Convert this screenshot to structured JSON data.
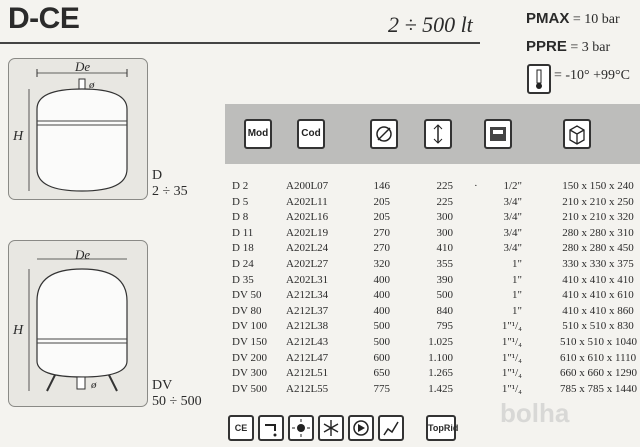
{
  "header": {
    "title": "D-CE",
    "range": "2 ÷ 500 lt"
  },
  "specs": {
    "pmax_label": "PMAX",
    "pmax_value": "= 10 bar",
    "ppre_label": "PPRE",
    "ppre_value": "= 3 bar",
    "temp_value": "= -10° +99°C"
  },
  "drawings": {
    "d": {
      "de": "De",
      "h": "H",
      "phi": "ø"
    },
    "dv": {
      "de": "De",
      "h": "H",
      "phi": "ø"
    }
  },
  "labels": {
    "d_name": "D",
    "d_range": "2 ÷ 35",
    "dv_name": "DV",
    "dv_range": "50 ÷ 500"
  },
  "header_icons": {
    "mod": "Mod",
    "cod": "Cod",
    "diameter": "diameter-icon",
    "height": "height-icon",
    "connection": "connection-icon",
    "box": "box-icon"
  },
  "rows": [
    [
      "D 2",
      "A200L07",
      "146",
      "225",
      "1/2\"",
      "150 x 150 x 240"
    ],
    [
      "D 5",
      "A202L11",
      "205",
      "225",
      "3/4\"",
      "210 x 210 x 250"
    ],
    [
      "D 8",
      "A202L16",
      "205",
      "300",
      "3/4\"",
      "210 x 210 x 320"
    ],
    [
      "D 11",
      "A202L19",
      "270",
      "300",
      "3/4\"",
      "280 x 280 x 310"
    ],
    [
      "D 18",
      "A202L24",
      "270",
      "410",
      "3/4\"",
      "280 x 280 x 450"
    ],
    [
      "D 24",
      "A202L27",
      "320",
      "355",
      "1\"",
      "330 x 330 x 375"
    ],
    [
      "D 35",
      "A202L31",
      "400",
      "390",
      "1\"",
      "410 x 410 x 410"
    ],
    [
      "DV 50",
      "A212L34",
      "400",
      "500",
      "1\"",
      "410 x 410 x 610"
    ],
    [
      "DV 80",
      "A212L37",
      "400",
      "840",
      "1\"",
      "410 x 410 x 860"
    ],
    [
      "DV 100",
      "A212L38",
      "500",
      "795",
      "1\"¹/₄",
      "510 x 510 x 830"
    ],
    [
      "DV 150",
      "A212L43",
      "500",
      "1.025",
      "1\"¹/₄",
      "510 x 510 x 1040"
    ],
    [
      "DV 200",
      "A212L47",
      "600",
      "1.100",
      "1\"¹/₄",
      "610 x 610 x 1110"
    ],
    [
      "DV 300",
      "A212L51",
      "650",
      "1.265",
      "1\"¹/₄",
      "660 x 660 x 1290"
    ],
    [
      "DV 500",
      "A212L55",
      "775",
      "1.425",
      "1\"¹/₄",
      "785 x 785 x 1440"
    ]
  ],
  "bottom_icons": {
    "ce": "CE",
    "toprid": "TopRid"
  },
  "watermark": "bolha"
}
